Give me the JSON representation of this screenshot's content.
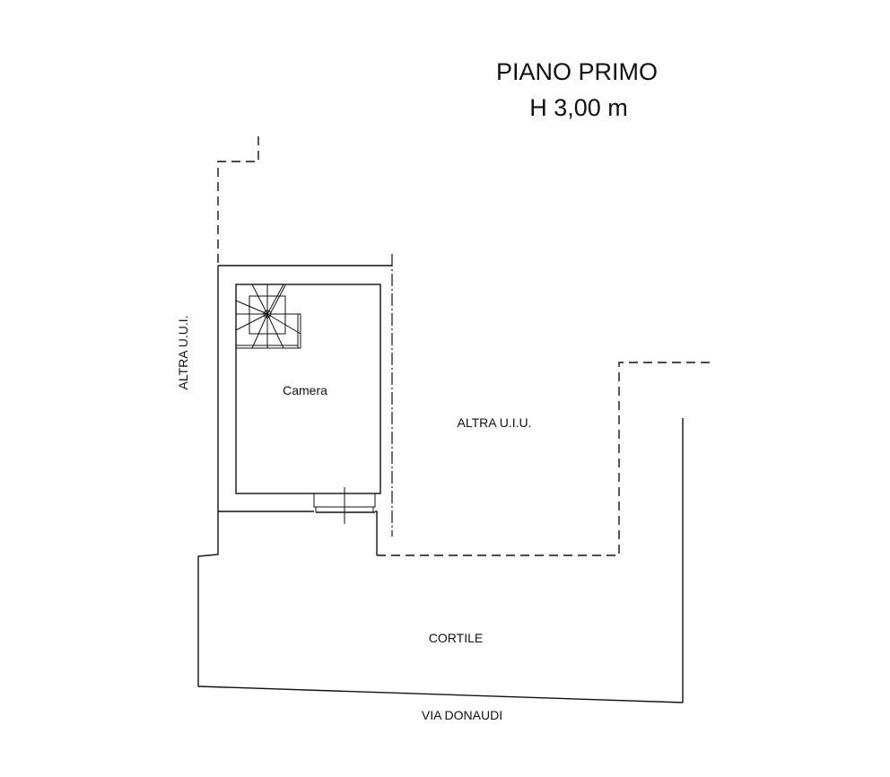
{
  "title": {
    "line1": "PIANO PRIMO",
    "line2": "H 3,00 m"
  },
  "rooms": {
    "camera": "Camera",
    "altra_uiu_right": "ALTRA U.I.U.",
    "altra_uui_left": "ALTRA U.U.I.",
    "cortile": "CORTILE",
    "street": "VIA DONAUDI"
  }
}
